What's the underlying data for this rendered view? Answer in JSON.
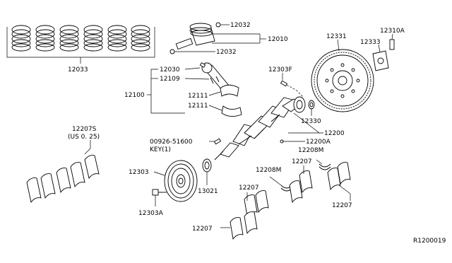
{
  "labels": {
    "l12033": "12033",
    "l12032a": "12032",
    "l12010": "12010",
    "l12032b": "12032",
    "l12030": "12030",
    "l12109": "12109",
    "l12100": "12100",
    "l12111a": "12111",
    "l12111b": "12111",
    "l12303F": "12303F",
    "l12331": "12331",
    "l12310A": "12310A",
    "l12333": "12333",
    "l12330": "12330",
    "l12200": "12200",
    "l12200A": "12200A",
    "l12207S": "12207S",
    "l12207Ssub": "(US 0. 25)",
    "l00926": "00926-51600",
    "lKey": "KEY(1)",
    "l12208Ma": "12208M",
    "l12208Mb": "12208M",
    "l12207a": "12207",
    "l12303": "12303",
    "l13021": "13021",
    "l12207b": "12207",
    "l12207c": "12207",
    "l12207d": "12207",
    "l12303A": "12303A",
    "ref": "R1200019"
  }
}
